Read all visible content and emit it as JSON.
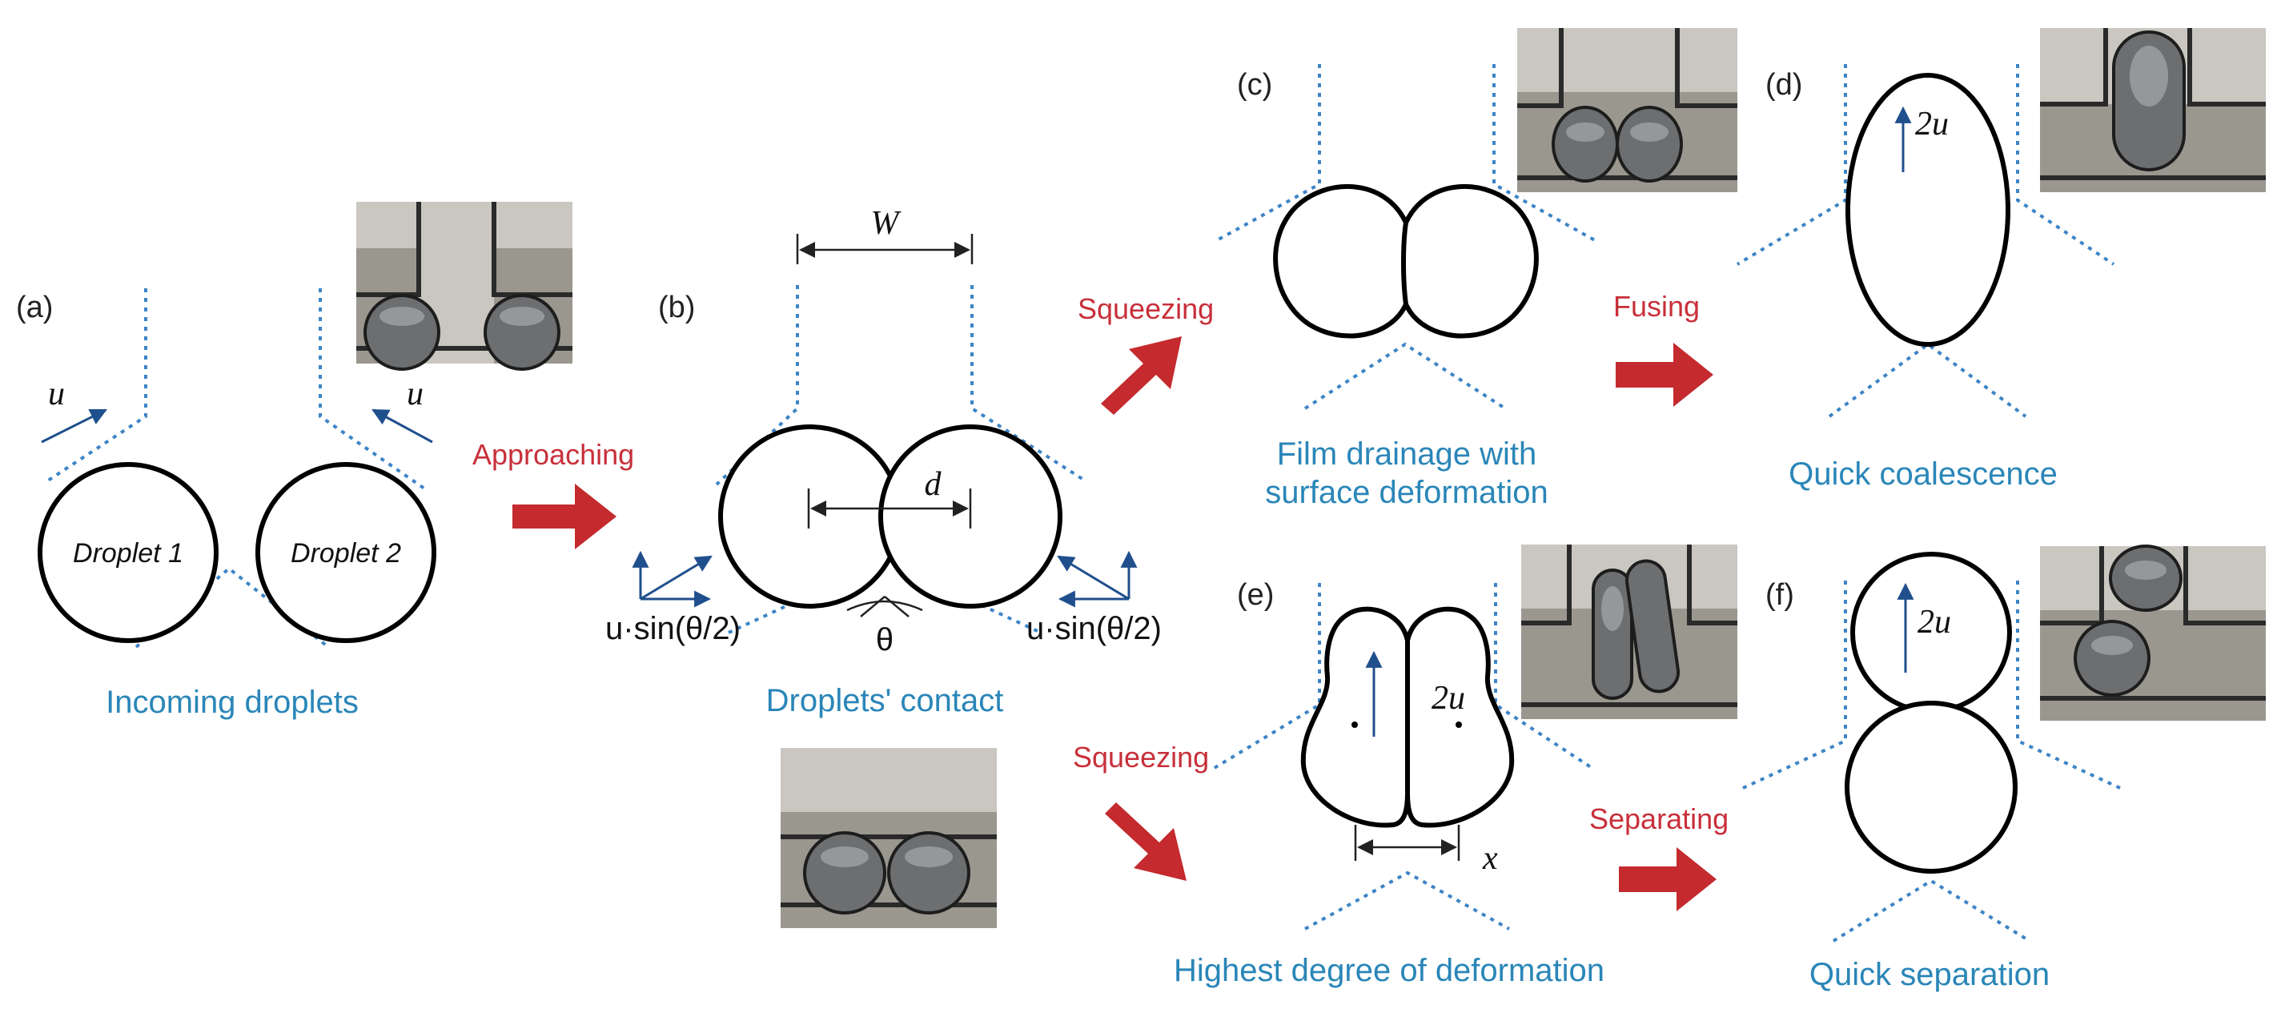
{
  "panels": {
    "a": "(a)",
    "b": "(b)",
    "c": "(c)",
    "d": "(d)",
    "e": "(e)",
    "f": "(f)"
  },
  "actions": {
    "approaching": "Approaching",
    "squeezing_top": "Squeezing",
    "squeezing_bottom": "Squeezing",
    "fusing": "Fusing",
    "separating": "Separating"
  },
  "captions": {
    "a": "Incoming droplets",
    "b": "Droplets' contact",
    "c_line1": "Film drainage with",
    "c_line2": "surface deformation",
    "d": "Quick coalescence",
    "e": "Highest degree of deformation",
    "f": "Quick separation"
  },
  "droplets": {
    "one": "Droplet 1",
    "two": "Droplet 2"
  },
  "symbols": {
    "u_left": "u",
    "u_right": "u",
    "W": "W",
    "d": "d",
    "theta": "θ",
    "formula_left": "u·sin(θ/2)",
    "formula_right": "u·sin(θ/2)",
    "two_u_d": "2u",
    "two_u_e": "2u",
    "two_u_f": "2u",
    "x": "x"
  },
  "colors": {
    "action": "#c8303a",
    "caption": "#2a86b8",
    "wall": "#3d84c6",
    "arrow": "#c42a2e",
    "vector": "#1f4f8c"
  }
}
